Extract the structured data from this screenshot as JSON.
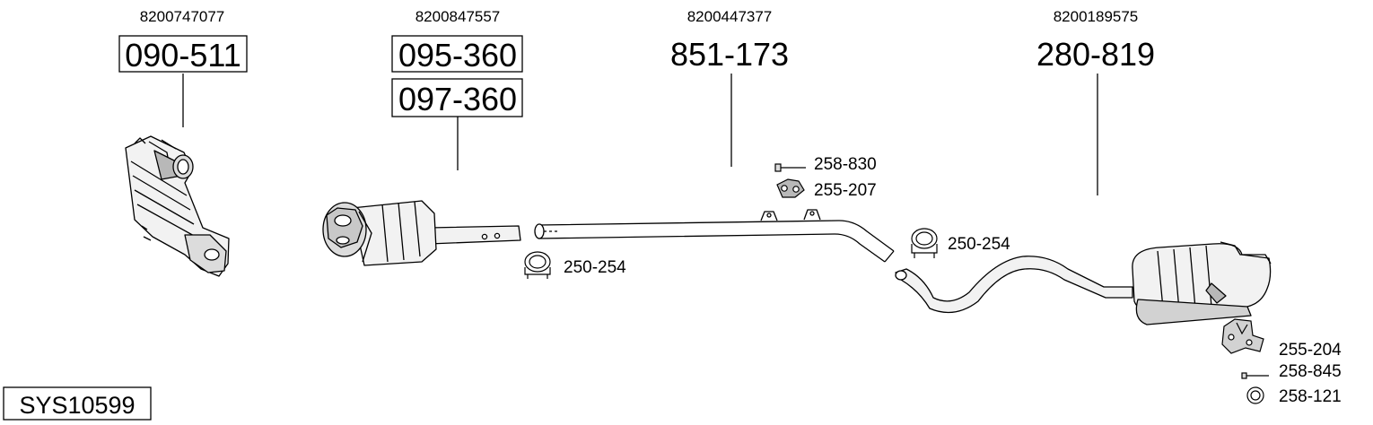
{
  "system_code": "SYS10599",
  "assemblies": [
    {
      "oem_number": "8200747077",
      "part_numbers": [
        "090-511"
      ],
      "boxed": true,
      "component": "catalytic-converter"
    },
    {
      "oem_number": "8200847557",
      "part_numbers": [
        "095-360",
        "097-360"
      ],
      "boxed": true,
      "component": "particulate-filter"
    },
    {
      "oem_number": "8200447377",
      "part_numbers": [
        "851-173"
      ],
      "boxed": false,
      "component": "middle-pipe"
    },
    {
      "oem_number": "8200189575",
      "part_numbers": [
        "280-819"
      ],
      "boxed": false,
      "component": "rear-silencer"
    }
  ],
  "small_parts": [
    {
      "number": "258-830",
      "icon": "bolt-icon"
    },
    {
      "number": "255-207",
      "icon": "rubber-mount-icon"
    },
    {
      "number": "250-254",
      "icon": "clamp-icon"
    },
    {
      "number": "250-254",
      "icon": "clamp-icon"
    },
    {
      "number": "255-204",
      "icon": "bracket-icon"
    },
    {
      "number": "258-845",
      "icon": "bolt-icon"
    },
    {
      "number": "258-121",
      "icon": "ring-gasket-icon"
    }
  ],
  "colors": {
    "line": "#000000",
    "part_fill": "#f2f2f2",
    "part_shade": "#b8b8b8",
    "background": "#ffffff"
  }
}
